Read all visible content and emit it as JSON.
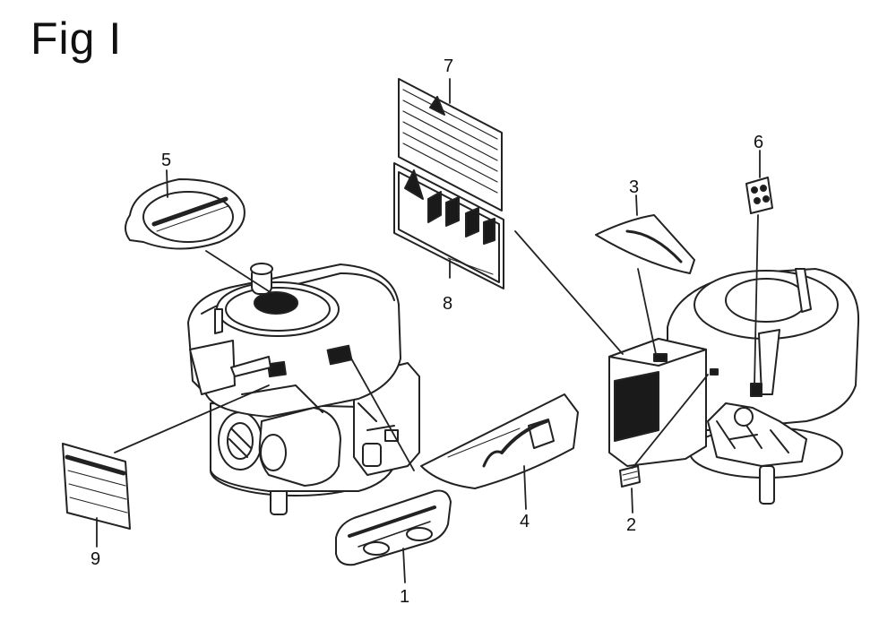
{
  "figure": {
    "title": "Fig I"
  },
  "callouts": [
    {
      "id": "1",
      "label": "1"
    },
    {
      "id": "2",
      "label": "2"
    },
    {
      "id": "3",
      "label": "3"
    },
    {
      "id": "4",
      "label": "4"
    },
    {
      "id": "5",
      "label": "5"
    },
    {
      "id": "6",
      "label": "6"
    },
    {
      "id": "7",
      "label": "7"
    },
    {
      "id": "8",
      "label": "8"
    },
    {
      "id": "9",
      "label": "9"
    }
  ]
}
